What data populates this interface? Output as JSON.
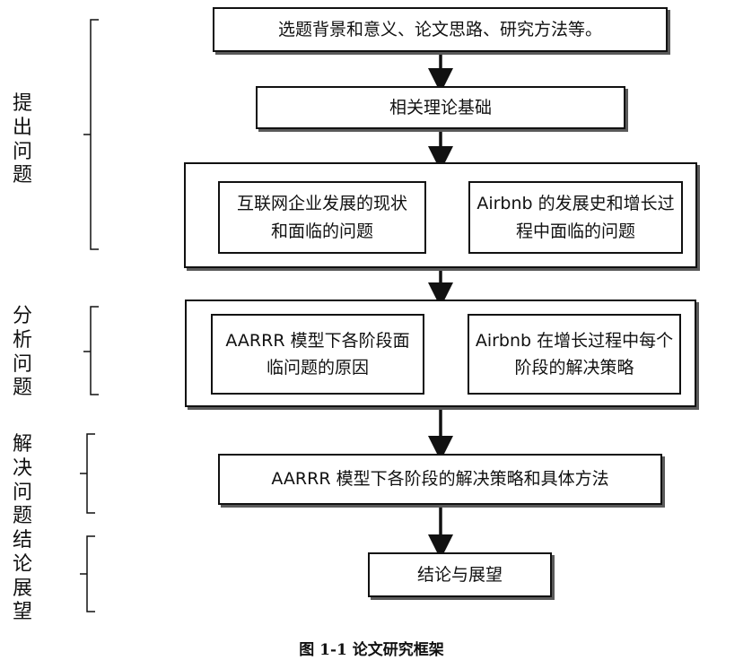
{
  "stages": {
    "ask": "提出问题",
    "analyze": "分析问题",
    "solve": "解决问题",
    "conclude": "结论展望"
  },
  "boxes": {
    "background": "选题背景和意义、论文思路、研究方法等。",
    "theory": "相关理论基础",
    "problem_left_line1": "互联网企业发展的现状",
    "problem_left_line2": "和面临的问题",
    "problem_right_line1": "Airbnb 的发展史和增长过",
    "problem_right_line2": "程中面临的问题",
    "cause_left_line1": "AARRR 模型下各阶段面",
    "cause_left_line2": "临问题的原因",
    "cause_right_line1": "Airbnb 在增长过程中每个",
    "cause_right_line2": "阶段的解决策略",
    "solution": "AARRR 模型下各阶段的解决策略和具体方法",
    "conclusion": "结论与展望"
  },
  "caption": "图 1-1 论文研究框架"
}
